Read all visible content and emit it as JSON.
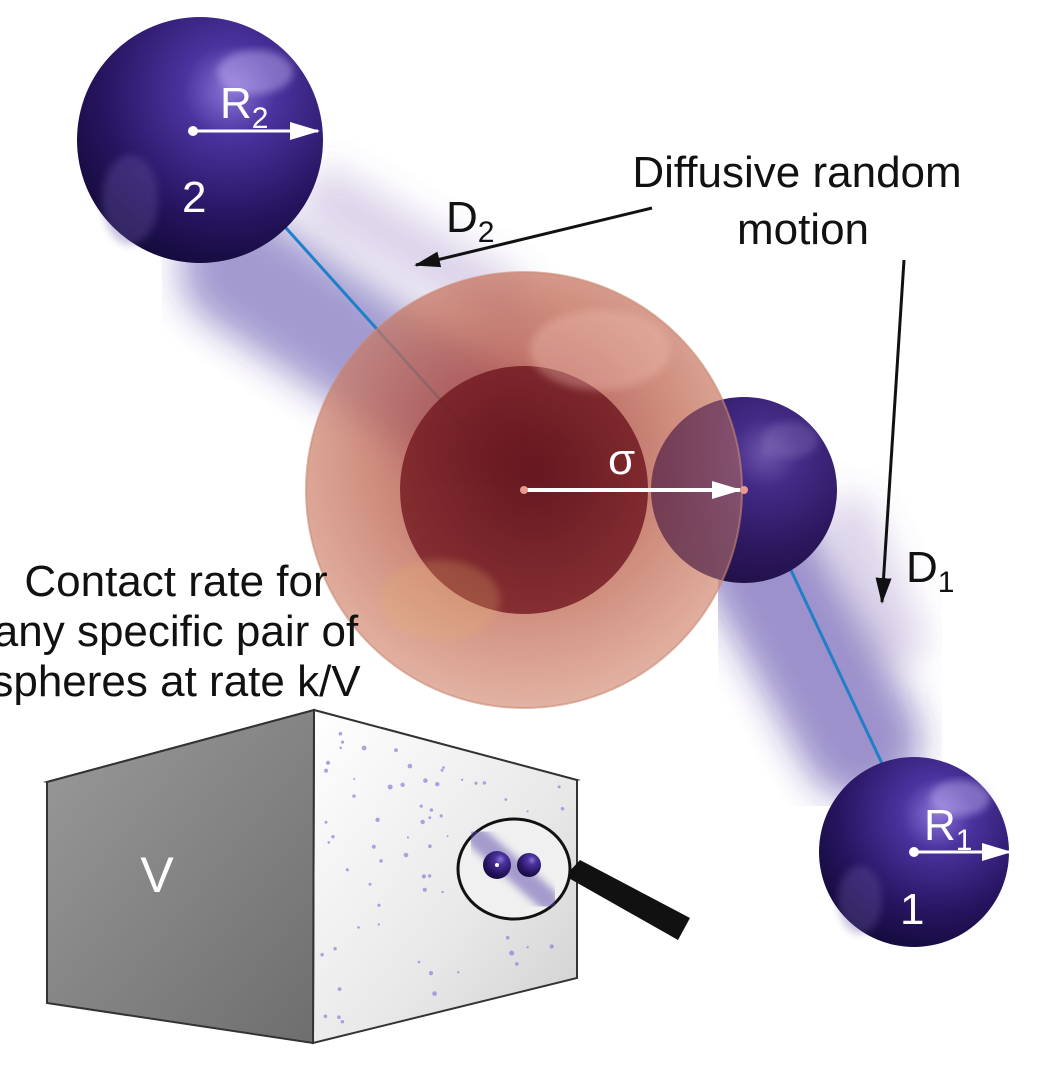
{
  "labels": {
    "diffusive_line1": "Diffusive random",
    "diffusive_line2": "motion",
    "d2_main": "D",
    "d2_sub": "2",
    "d1_main": "D",
    "d1_sub": "1",
    "r2_main": "R",
    "r2_sub": "2",
    "r1_main": "R",
    "r1_sub": "1",
    "sphere2_number": "2",
    "sphere1_number": "1",
    "sigma": "σ",
    "contact_line1": "Contact rate for",
    "contact_line2": "any specific pair of",
    "contact_line3": "spheres at rate k/V",
    "volume": "V"
  },
  "colors": {
    "sphere_blue": "#2a1a6e",
    "sphere_highlight": "#7a63c9",
    "contact_sphere": "#b35a4a",
    "arrow_blue": "#1f7fc9",
    "box_front": "#8a8a8a",
    "box_side": "#eeeeee"
  }
}
